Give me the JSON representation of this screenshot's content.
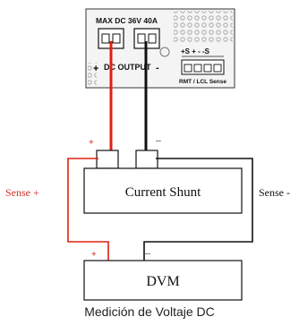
{
  "power_supply": {
    "rating_label": "MAX DC 36V 40A",
    "plus_sign": "+",
    "dc_output_label": "DC OUTPUT",
    "minus_sign": "-",
    "sense_terminals_label": "+S + - -S",
    "rmt_lcl_label": "RMT / LCL Sense"
  },
  "shunt": {
    "label": "Current Shunt",
    "plus_mark": "+",
    "minus_mark": "--"
  },
  "dvm": {
    "label": "DVM",
    "plus_mark": "+",
    "minus_mark": "--"
  },
  "sense_labels": {
    "plus": "Sense +",
    "minus": "Sense -"
  },
  "caption": "Medición de Voltaje DC",
  "colors": {
    "positive_wire": "#e02010",
    "negative_wire": "#111111",
    "sense_plus_text": "#d0302a"
  }
}
